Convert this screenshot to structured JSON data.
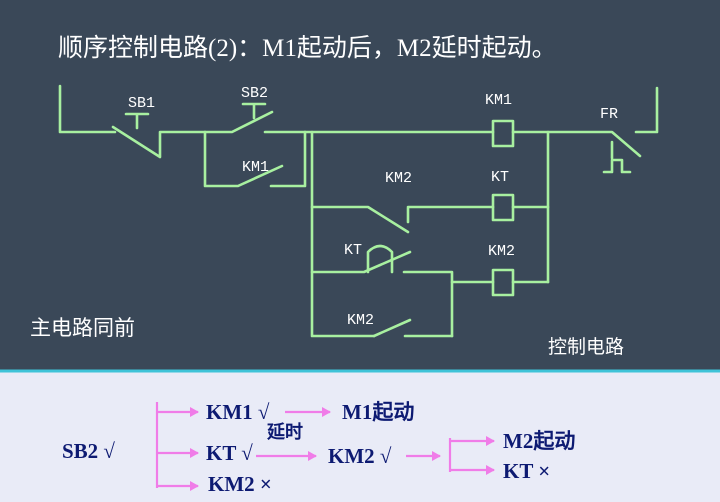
{
  "title": "顺序控制电路(2)：M1起动后，M2延时起动。",
  "labels": {
    "sb1": "SB1",
    "sb2": "SB2",
    "km1_coil": "KM1",
    "fr": "FR",
    "km1_contact": "KM1",
    "km2_contact_nc": "KM2",
    "kt_coil": "KT",
    "kt_contact": "KT",
    "km2_coil": "KM2",
    "km2_contact_no": "KM2",
    "main_circuit": "主电路同前",
    "control_circuit": "控制电路"
  },
  "sequence": {
    "sb2": "SB2 √",
    "km1": "KM1 √",
    "m1": "M1起动",
    "kt": "KT √",
    "delay": "延时",
    "km2_off": "KM2 ×",
    "km2_on": "KM2 √",
    "m2": "M2起动",
    "kt_off": "KT ×"
  },
  "colors": {
    "background": "#3a4858",
    "wire": "#a8f0a0",
    "divider": "#3fc3d8",
    "lower_panel": "#e9ebf7",
    "arrow": "#f07ce8",
    "sequence_text": "#0d1a72"
  }
}
